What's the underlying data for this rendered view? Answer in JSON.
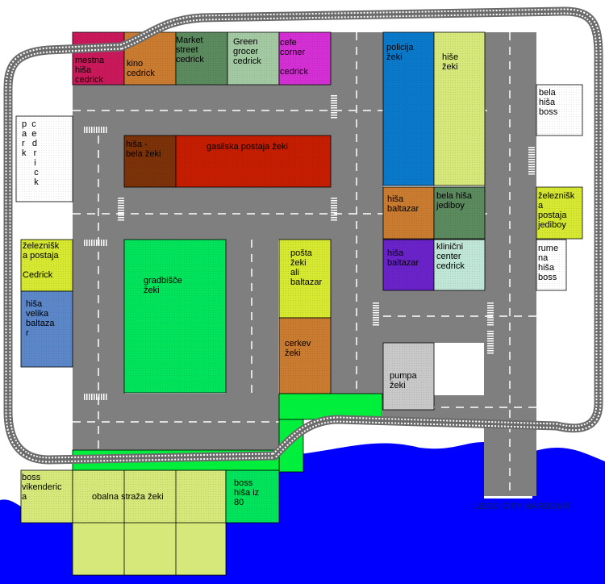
{
  "map": {
    "colors": {
      "water": "#0000ff",
      "road": "#7f7f7f",
      "road_line": "#ffffff",
      "grass": "#00e35a",
      "light_green": "#00ef3c",
      "track_sleeper": "#6b6b6b",
      "track_rail": "#ffffff"
    },
    "buildings": [
      {
        "id": "mestna-hisa-cedrick",
        "label": "mestna\nhiša\ncedrick",
        "color": "#c9195b"
      },
      {
        "id": "kino-cedrick",
        "label": "kino\ncedrick",
        "color": "#c97b30"
      },
      {
        "id": "market-street-cedrick",
        "label": "Market\nstreet\ncedrick",
        "color": "#5b8a5e"
      },
      {
        "id": "green-grocer-cedrick",
        "label": "Green\ngrocer\ncedrick",
        "color": "#a3c9a3"
      },
      {
        "id": "cafe-corner-cedrick",
        "label": "cefe\ncorner\n\ncedrick",
        "color": "#d42fd4"
      },
      {
        "id": "policija-zeki",
        "label": "policija\nžeki",
        "color": "#0a79c9"
      },
      {
        "id": "hise-zeki",
        "label": "hiše\nžeki",
        "color": "#d6e87a"
      },
      {
        "id": "bela-hisa-boss",
        "label": "bela\nhiša\nboss",
        "color": "#ffffff"
      },
      {
        "id": "park-cedrick",
        "label": "p  c\na  e\nr   d\nk   r\n     i\n     c\n     k",
        "color": "#ffffff"
      },
      {
        "id": "hisa-bela-zeki",
        "label": "hiša -\nbela žeki",
        "color": "#7b3208"
      },
      {
        "id": "gasilska-postaja-zeki",
        "label": "gasilska postaja žeki",
        "color": "#c41d00"
      },
      {
        "id": "hisa-baltazar-1",
        "label": "hiša\nbaltazar",
        "color": "#c97b30"
      },
      {
        "id": "bela-hisa-jediboy",
        "label": "bela hiša\njediboy",
        "color": "#5b8a5e"
      },
      {
        "id": "zelezniska-postaja-jediboy",
        "label": "železnišk\na\npostaja\njediboy",
        "color": "#d6e830"
      },
      {
        "id": "zelezniska-postaja-cedrick",
        "label": "železnišk\na postaja\n\nCedrick",
        "color": "#d6e830"
      },
      {
        "id": "gradbisce-zeki",
        "label": "gradbišče\nžeki",
        "color": "#00e35a"
      },
      {
        "id": "posta-zeki-ali-baltazar",
        "label": "pošta\nžeki\nali\nbaltazar",
        "color": "#d6e830"
      },
      {
        "id": "hisa-baltazar-2",
        "label": "hiša\nbaltazar",
        "color": "#6a22c9"
      },
      {
        "id": "klinicni-center-cedrick",
        "label": "klinični\ncenter\ncedrick",
        "color": "#bfe6d6"
      },
      {
        "id": "rumena-hisa-boss",
        "label": "rume\nna\nhiša\nboss",
        "color": "#ffffff"
      },
      {
        "id": "hisa-velika-baltazar",
        "label": "hiša\nvelika\nbaltaza\nr",
        "color": "#5b87c9"
      },
      {
        "id": "cerkev-zeki",
        "label": "cerkev\nžeki",
        "color": "#c97b30"
      },
      {
        "id": "pumpa-zeki",
        "label": "pumpa\nžeki",
        "color": "#c8c8c8"
      },
      {
        "id": "boss-vikendenica",
        "label": "boss\nvikenderic\na",
        "color": "#d6e87a"
      },
      {
        "id": "obalna-straza-zeki",
        "label": "obalna straža žeki",
        "color": "#d6e87a"
      },
      {
        "id": "boss-hisa-iz-80",
        "label": "boss\nhiša iz\n80",
        "color": "#00e35a"
      }
    ],
    "harbour_label": "LEGO CITY HARBOUR"
  }
}
